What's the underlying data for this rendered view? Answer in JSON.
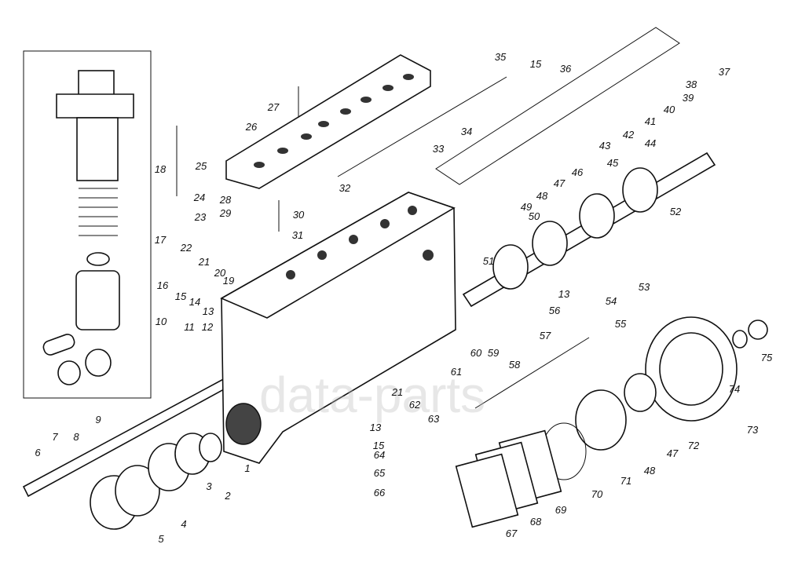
{
  "diagram": {
    "watermark": "data-parts",
    "labels": [
      "1",
      "2",
      "3",
      "4",
      "5",
      "6",
      "7",
      "8",
      "9",
      "10",
      "11",
      "12",
      "13",
      "14",
      "15",
      "16",
      "17",
      "18",
      "19",
      "20",
      "21",
      "22",
      "23",
      "24",
      "25",
      "26",
      "27",
      "28",
      "29",
      "30",
      "31",
      "32",
      "33",
      "34",
      "35",
      "15",
      "36",
      "37",
      "38",
      "39",
      "40",
      "41",
      "42",
      "43",
      "44",
      "45",
      "46",
      "47",
      "48",
      "49",
      "50",
      "51",
      "52",
      "53",
      "54",
      "13",
      "56",
      "55",
      "57",
      "60",
      "59",
      "58",
      "61",
      "21",
      "62",
      "63",
      "13",
      "15",
      "64",
      "65",
      "66",
      "74",
      "75",
      "73",
      "72",
      "47",
      "48",
      "71",
      "70",
      "69",
      "68",
      "67"
    ]
  }
}
